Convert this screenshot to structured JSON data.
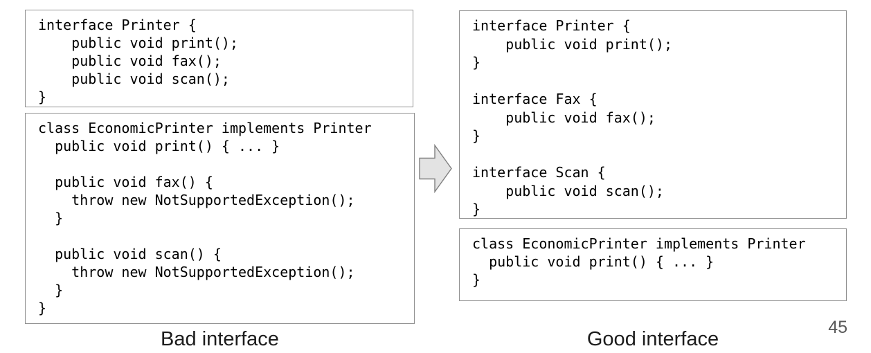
{
  "captions": {
    "bad": "Bad interface",
    "good": "Good interface"
  },
  "page_number": "45",
  "code": {
    "bad_interface": "interface Printer {\n    public void print();\n    public void fax();\n    public void scan();\n}",
    "bad_class": "class EconomicPrinter implements Printer\n  public void print() { ... }\n\n  public void fax() {\n    throw new NotSupportedException();\n  }\n\n  public void scan() {\n    throw new NotSupportedException();\n  }\n}",
    "good_interfaces": "interface Printer {\n    public void print();\n}\n\ninterface Fax {\n    public void fax();\n}\n\ninterface Scan {\n    public void scan();\n}",
    "good_class": "class EconomicPrinter implements Printer\n  public void print() { ... }\n}"
  },
  "icons": {
    "transform_arrow": "right-block-arrow"
  },
  "colors": {
    "background": "#ffffff",
    "box_border": "#919191",
    "code_text": "#000000",
    "caption_text": "#1c1c1c",
    "page_number_text": "#595959",
    "arrow_fill": "#e3e3e3",
    "arrow_stroke": "#7f7f7f"
  }
}
